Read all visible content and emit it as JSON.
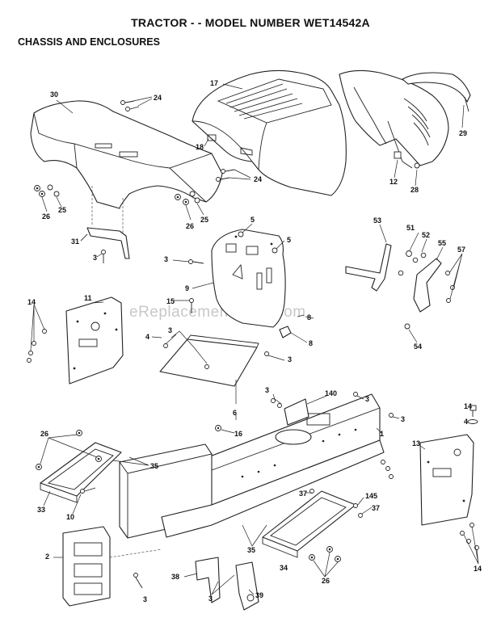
{
  "title": "TRACTOR - - MODEL NUMBER WET14542A",
  "subtitle": "CHASSIS AND ENCLOSURES",
  "watermark": "eReplacementParts.com",
  "callouts": [
    "30",
    "24",
    "17",
    "29",
    "18",
    "12",
    "28",
    "24",
    "26",
    "25",
    "26",
    "25",
    "5",
    "5",
    "31",
    "3",
    "3",
    "53",
    "51",
    "52",
    "55",
    "57",
    "9",
    "11",
    "14",
    "15",
    "4",
    "8",
    "8",
    "54",
    "3",
    "3",
    "3",
    "140",
    "3",
    "14",
    "4",
    "13",
    "26",
    "35",
    "6",
    "16",
    "1",
    "3",
    "33",
    "10",
    "37",
    "145",
    "37",
    "2",
    "35",
    "34",
    "26",
    "14",
    "38",
    "3",
    "39",
    "3"
  ]
}
